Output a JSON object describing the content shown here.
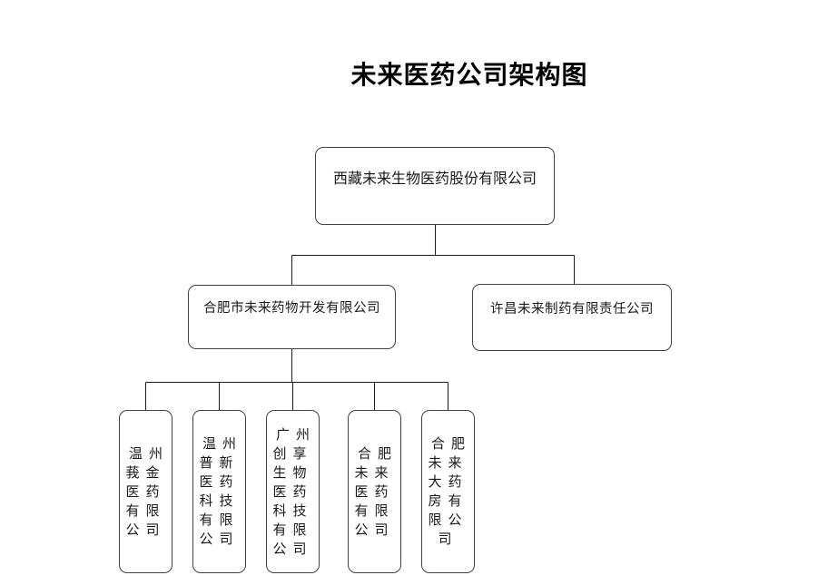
{
  "diagram": {
    "title": "未来医药公司架构图",
    "type": "org-chart",
    "root": {
      "name": "西藏未来生物医药股份有限公司"
    },
    "subsidiaries": [
      {
        "name": "合肥市未来药物开发有限公司"
      },
      {
        "name": "许昌未来制药有限责任公司"
      }
    ],
    "sub_subsidiaries": [
      {
        "name": "温州莪金医药有限公司",
        "display": "温州\n莪金\n医药\n有限\n公司",
        "parent": "合肥市未来药物开发有限公司"
      },
      {
        "name": "温州普新医药科技有限公司",
        "display": "温州\n普新\n医药\n科技\n有限\n公司",
        "parent": "合肥市未来药物开发有限公司"
      },
      {
        "name": "广州创享生物医药科技有限公司",
        "display": "广州\n创享\n生物\n医药\n科技\n有限\n公司",
        "parent": "合肥市未来药物开发有限公司"
      },
      {
        "name": "合肥未来医药有限公司",
        "display": "合肥\n未来\n医药\n有限\n公司",
        "parent": "合肥市未来药物开发有限公司"
      },
      {
        "name": "合肥未来大药房有限公司",
        "display": "合肥\n未来\n大药\n房有\n限公\n司",
        "parent": "合肥市未来药物开发有限公司"
      }
    ],
    "style": {
      "line_color": "#1c1c1c",
      "border_color": "#424242",
      "background": "#ffffff",
      "text_color": "#1a1a1a"
    }
  }
}
